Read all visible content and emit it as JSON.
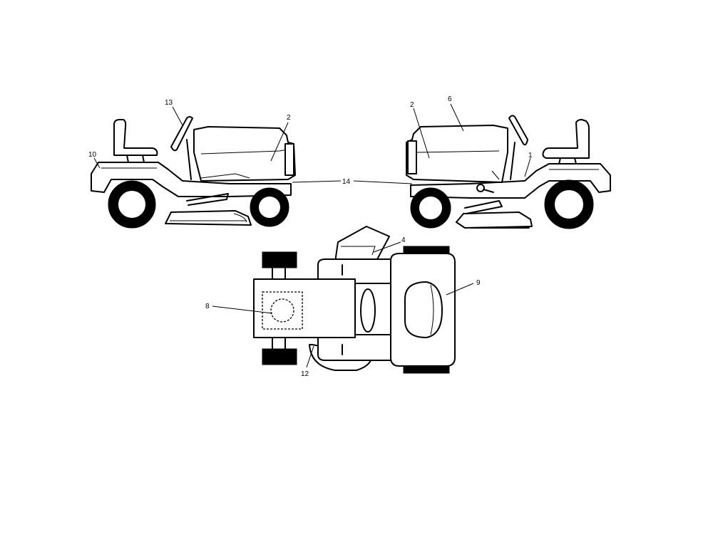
{
  "callouts": {
    "c1": "1",
    "c2a": "2",
    "c2b": "2",
    "c4": "4",
    "c6": "6",
    "c8": "8",
    "c9": "9",
    "c10": "10",
    "c12": "12",
    "c13": "13",
    "c14": "14"
  }
}
